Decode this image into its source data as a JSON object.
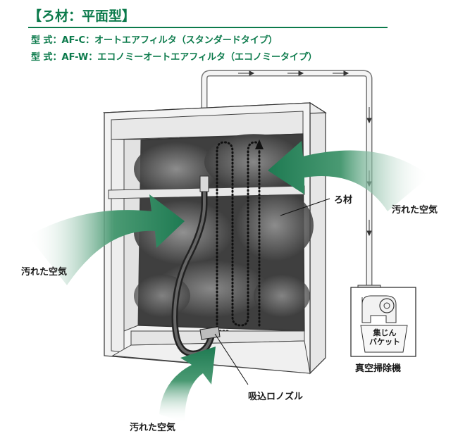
{
  "header": {
    "title": "【ろ材：平面型】",
    "model_lines": [
      "型 式：AF-C：オートエアフィルタ（スタンダードタイプ）",
      "型 式：AF-W：エコノミーオートエアフィルタ（エコノミータイプ）"
    ]
  },
  "labels": {
    "dirty_air": "汚れた空気",
    "filter_media": "ろ材",
    "nozzle": "吸込ロノズル",
    "vacuum": "真空掃除機",
    "dust_bucket_line1": "集じん",
    "dust_bucket_line2": "バケット"
  },
  "colors": {
    "brand_green": "#0b7a4b",
    "arrow_green": "#1e7a52",
    "frame_fill": "#f2f2f2",
    "frame_stroke": "#333333",
    "filter_dark": "#4a4a4a"
  }
}
